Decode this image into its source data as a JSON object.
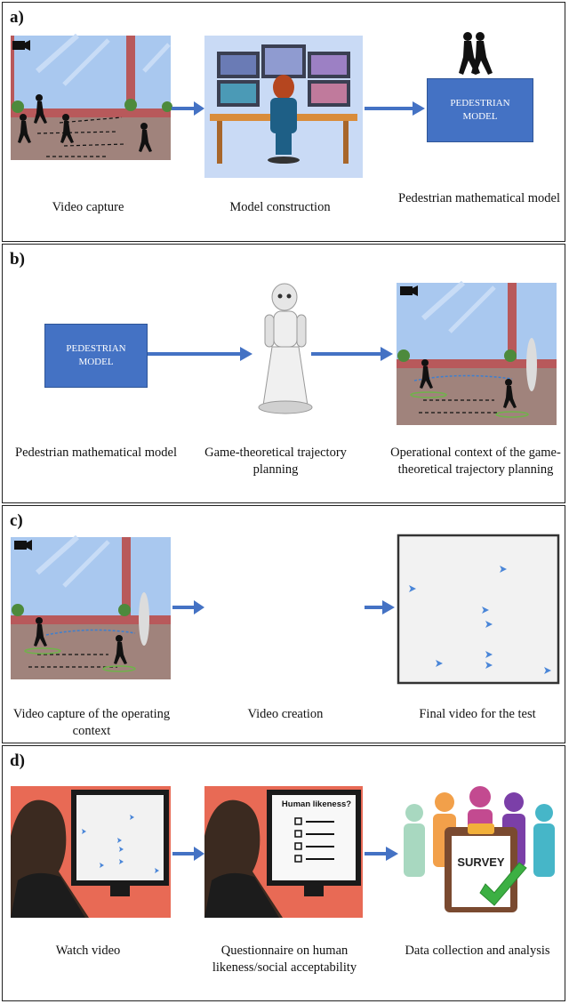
{
  "panels": {
    "a": {
      "label": "a)",
      "captions": [
        "Video capture",
        "Model construction",
        "Pedestrian mathematical model"
      ],
      "box_lines": [
        "PEDESTRIAN",
        "MODEL"
      ]
    },
    "b": {
      "label": "b)",
      "captions": [
        "Pedestrian mathematical model",
        "Game-theoretical trajectory planning",
        "Operational context of the game-theoretical trajectory planning"
      ],
      "box_lines": [
        "PEDESTRIAN",
        "MODEL"
      ]
    },
    "c": {
      "label": "c)",
      "captions": [
        "Video capture of the operating context",
        "Video creation",
        "Final video for the test"
      ]
    },
    "d": {
      "label": "d)",
      "captions": [
        "Watch video",
        "Questionnaire on human likeness/social acceptability",
        "Data collection and analysis"
      ],
      "questionnaire_title": "Human likeness?",
      "survey_label": "SURVEY"
    }
  },
  "colors": {
    "arrow": "#4472c4",
    "box": "#4472c4",
    "sky": "#a9c8ef",
    "floor": "#a0837c",
    "wall": "#b8595b",
    "office_bg": "#c9daf5",
    "desk": "#d98c3a",
    "monitor_bg": "#f4f4f2",
    "salmon_wall": "#e86a55"
  }
}
